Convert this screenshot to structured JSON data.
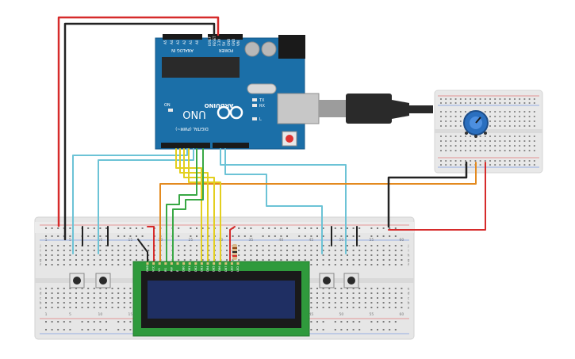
{
  "arduino": {
    "brand": "ARDUINO",
    "model": "UNO",
    "power_header": "POWER",
    "analog_header": "ANALOG IN",
    "digital_header": "DIGITAL (PWM~)",
    "analog_pins": [
      "A0",
      "A1",
      "A2",
      "A3",
      "A4",
      "A5"
    ],
    "power_pins": [
      "VIN",
      "GND",
      "GND",
      "5V",
      "3.3V",
      "RESET",
      "IOREF"
    ],
    "led_labels": {
      "on": "ON",
      "tx": "TX",
      "rx": "RX",
      "l": "L"
    }
  },
  "breadboard_main": {
    "col_numbers": [
      "1",
      "5",
      "10",
      "15",
      "20",
      "25",
      "30",
      "35",
      "40",
      "45",
      "50",
      "55",
      "60"
    ],
    "row_letters": [
      "a",
      "b",
      "c",
      "d",
      "e",
      "f",
      "g",
      "h",
      "i",
      "j"
    ]
  },
  "lcd": {
    "pin_labels": [
      "GND",
      "VCC",
      "V0",
      "RS",
      "RW",
      "E",
      "DB0",
      "DB1",
      "DB2",
      "DB3",
      "DB4",
      "DB5",
      "DB6",
      "DB7",
      "LED",
      "LED"
    ]
  },
  "colors": {
    "arduino_board": "#1b6fa8",
    "lcd_pcb": "#2f9a3c",
    "lcd_screen": "#1f2f63",
    "wire_red": "#d62b2b",
    "wire_black": "#222222",
    "wire_cyan": "#6cc3d6",
    "wire_orange": "#e38a1f",
    "wire_yellow": "#e3cf1f",
    "wire_green": "#39a845",
    "potentiometer": "#2a6fbf",
    "breadboard": "#e9e9e9"
  }
}
